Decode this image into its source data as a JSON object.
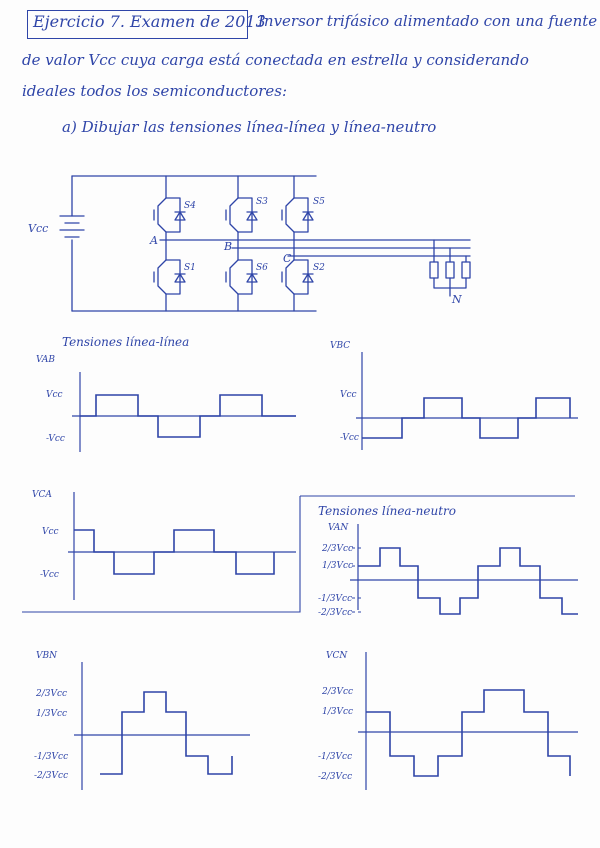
{
  "header": {
    "title": "Ejercicio 7. Examen de 2013",
    "intro_line1": "Inversor trifásico alimentado con una fuente",
    "intro_line2": "de valor Vcc cuya carga está conectada en estrella y considerando",
    "intro_line3": "ideales todos los semiconductores:",
    "question_a": "a) Dibujar las tensiones línea-línea y línea-neutro"
  },
  "circuit": {
    "source_label": "Vcc",
    "node_a": "A",
    "node_b": "B",
    "node_c": "C",
    "node_n": "N",
    "switches": [
      "S4",
      "S3",
      "S5",
      "S1",
      "S6",
      "S2"
    ]
  },
  "sections": {
    "line_line_title": "Tensiones línea-línea",
    "line_neutral_title": "Tensiones línea-neutro"
  },
  "plots": {
    "vab": {
      "name": "VAB",
      "pos": "Vcc",
      "neg": "-Vcc"
    },
    "vbc": {
      "name": "VBC",
      "pos": "Vcc",
      "neg": "-Vcc"
    },
    "vca": {
      "name": "VCA",
      "pos": "Vcc",
      "neg": "-Vcc"
    },
    "van": {
      "name": "VAN",
      "l2": "2/3Vcc",
      "l1": "1/3Vcc",
      "ln1": "-1/3Vcc",
      "ln2": "-2/3Vcc"
    },
    "vbn": {
      "name": "VBN",
      "l2": "2/3Vcc",
      "l1": "1/3Vcc",
      "ln1": "-1/3Vcc",
      "ln2": "-2/3Vcc"
    },
    "vcn": {
      "name": "VCN",
      "l2": "2/3Vcc",
      "l1": "1/3Vcc",
      "ln1": "-1/3Vcc",
      "ln2": "-2/3Vcc"
    }
  }
}
